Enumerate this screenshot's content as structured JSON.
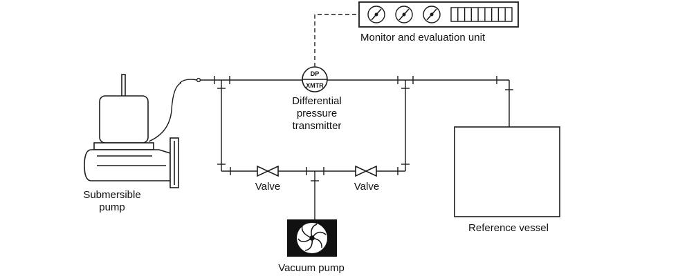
{
  "colors": {
    "line": "#1a1a1a",
    "fill": "#ffffff",
    "dark": "#111111"
  },
  "labels": {
    "monitor": "Monitor and evaluation unit",
    "dp_line1": "Differential",
    "dp_line2": "pressure",
    "dp_line3": "transmitter",
    "submersible_line1": "Submersible",
    "submersible_line2": "pump",
    "valve_left": "Valve",
    "valve_right": "Valve",
    "vacuum": "Vacuum pump",
    "reference": "Reference vessel"
  },
  "transmitter_badge": {
    "top": "DP",
    "bottom": "XMTR"
  },
  "monitor_unit": {
    "gauges": 3,
    "display_segments": 9
  }
}
